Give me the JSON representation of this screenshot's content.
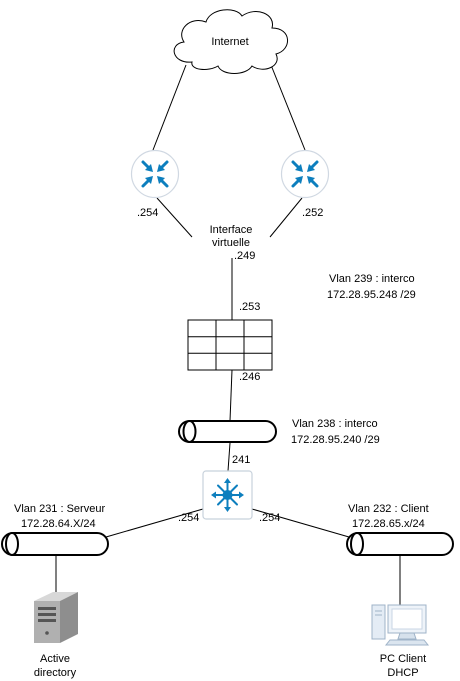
{
  "cloud": {
    "label": "Internet"
  },
  "router_left": {
    "ip": ".254"
  },
  "router_right": {
    "ip": ".252"
  },
  "virtual_interface": {
    "line1": "Interface",
    "line2": "virtuelle",
    "ip": ".249"
  },
  "vlan239": {
    "name": "Vlan 239 : interco",
    "subnet": "172.28.95.248 /29"
  },
  "firewall": {
    "ip_top": ".253",
    "ip_bottom": ".246"
  },
  "vlan238": {
    "name": "Vlan 238 : interco",
    "subnet": "172.28.95.240 /29"
  },
  "core_switch": {
    "ip_top": "241",
    "ip_left": ".254",
    "ip_right": ".254"
  },
  "vlan231": {
    "name": "Vlan 231 : Serveur",
    "subnet": "172.28.64.X/24"
  },
  "vlan232": {
    "name": "Vlan 232 : Client",
    "subnet": "172.28.65.x/24"
  },
  "server": {
    "line1": "Active",
    "line2": "directory"
  },
  "client": {
    "line1": "PC Client",
    "line2": "DHCP"
  }
}
